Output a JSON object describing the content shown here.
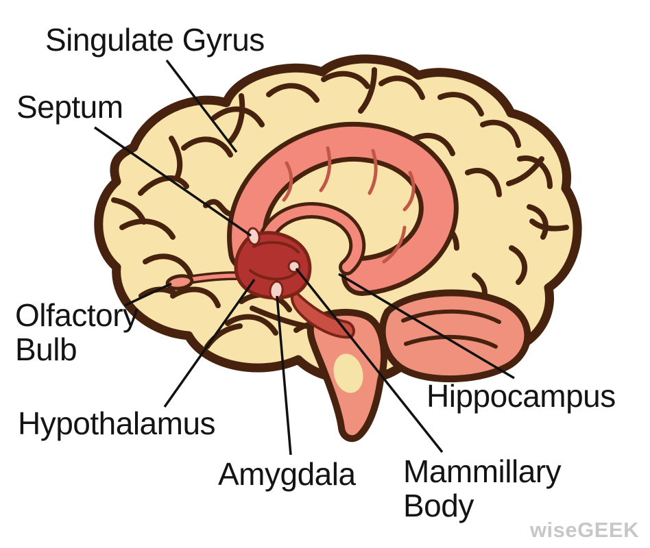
{
  "labels": {
    "singulate_gyrus": "Singulate Gyrus",
    "septum": "Septum",
    "olfactory_bulb": {
      "line1": "Olfactory",
      "line2": "Bulb"
    },
    "hypothalamus": "Hypothalamus",
    "amygdala": "Amygdala",
    "mammillary_body": {
      "line1": "Mammillary",
      "line2": "Body"
    },
    "hippocampus": "Hippocampus"
  },
  "watermark": "wiseGEEK",
  "colors": {
    "outline_brown": "#47230F",
    "cortex_cream": "#F8E3AB",
    "limbic_salmon": "#F2897A",
    "deep_red": "#B23230",
    "pale_nodule": "#F6D3C8",
    "label_text": "#141414",
    "watermark_gray": "#C7C7C7"
  }
}
